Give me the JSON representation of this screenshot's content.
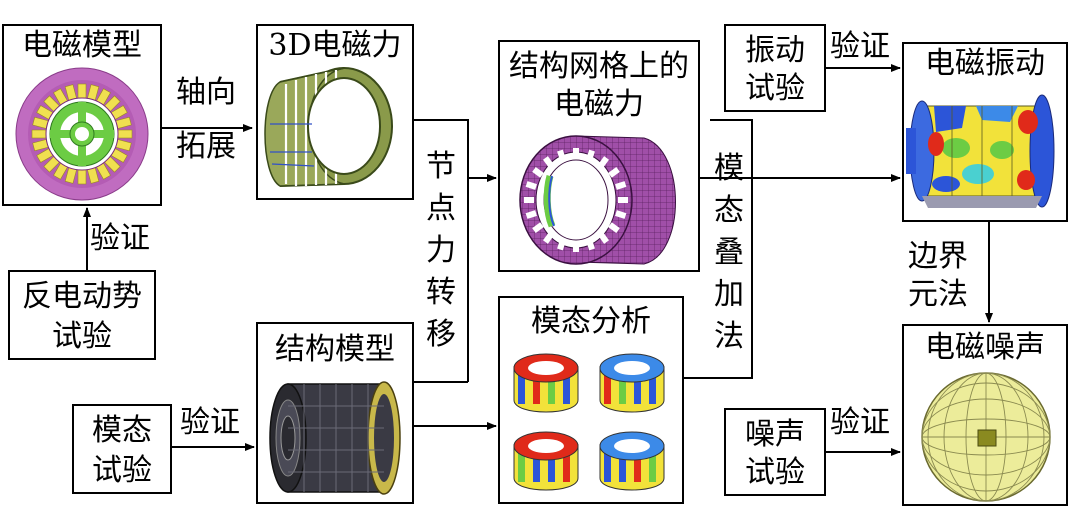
{
  "nodes": {
    "em_model": "电磁模型",
    "em_force_3d": "3D电磁力",
    "mesh_force_l1": "结构网格上的",
    "mesh_force_l2": "电磁力",
    "vib_test_l1": "振动",
    "vib_test_l2": "试验",
    "em_vibration": "电磁振动",
    "back_emf_l1": "反电动势",
    "back_emf_l2": "试验",
    "struct_model": "结构模型",
    "modal_analysis": "模态分析",
    "modal_test_l1": "模态",
    "modal_test_l2": "试验",
    "noise_test_l1": "噪声",
    "noise_test_l2": "试验",
    "em_noise": "电磁噪声"
  },
  "edges": {
    "axial_l1": "轴向",
    "axial_l2": "拓展",
    "verify_emf": "验证",
    "nodal_1": "节",
    "nodal_2": "点",
    "nodal_3": "力",
    "nodal_4": "转",
    "nodal_5": "移",
    "superpos_1": "模",
    "superpos_2": "态",
    "superpos_3": "叠",
    "superpos_4": "加",
    "superpos_5": "法",
    "verify_vib": "验证",
    "bem_l1": "边界",
    "bem_l2": "元法",
    "verify_modal": "验证",
    "verify_noise": "验证"
  },
  "colors": {
    "stator_purple": "#c06cc0",
    "slot_yellow": "#f0e050",
    "rotor_green": "#6ccc44",
    "mesh_purple": "#a04fa8",
    "vib_red": "#e02a1a",
    "vib_blue": "#2c55d8",
    "vib_yellow": "#f2e23a",
    "noise_sphere": "#ecec9a"
  }
}
